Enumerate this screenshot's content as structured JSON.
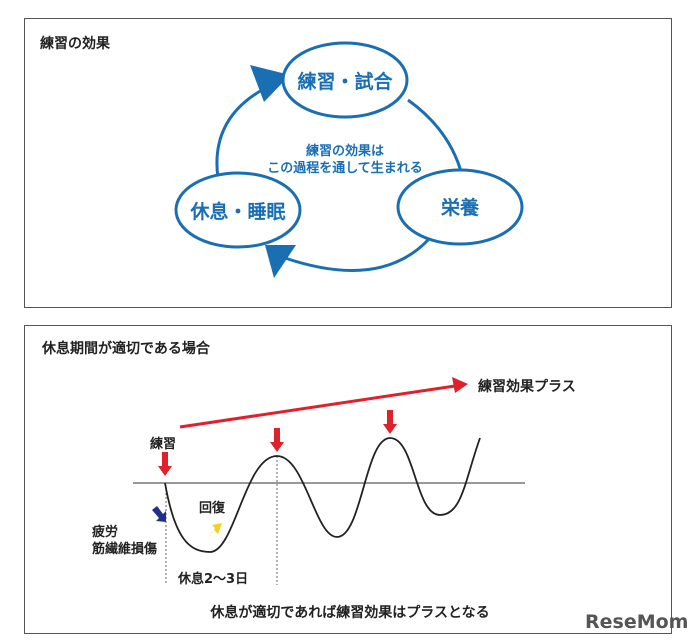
{
  "panel1": {
    "title": "練習の効果",
    "nodes": [
      "練習・試合",
      "栄養",
      "休息・睡眠"
    ],
    "center_text": [
      "練習の効果は",
      "この過程を通して生まれる"
    ],
    "color": "#1a6fb3"
  },
  "panel2": {
    "title": "休息期間が適切である場合",
    "trend_label": "練習効果プラス",
    "practice_label": "練習",
    "fatigue_label": [
      "疲労",
      "筋繊維損傷"
    ],
    "recovery_label": "回復",
    "rest_label": "休息2～3日",
    "caption": "休息が適切であれば練習効果はプラスとなる",
    "colors": {
      "arrow": "#e0202a",
      "fatigue": "#1e2f8c",
      "recovery": "#f2d21a"
    }
  },
  "watermark": "ReseMom"
}
